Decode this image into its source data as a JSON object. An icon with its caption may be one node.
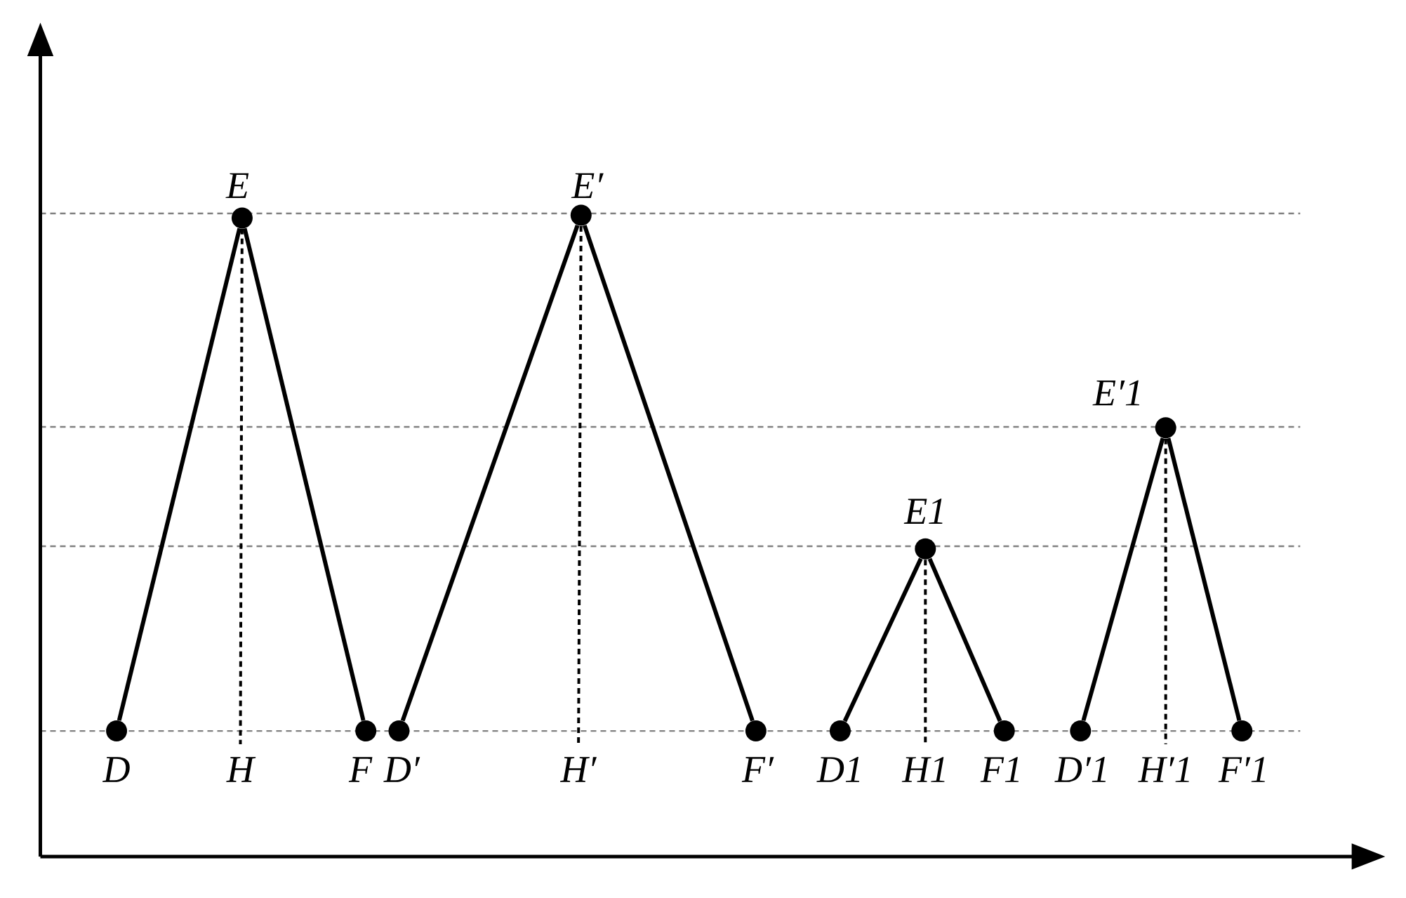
{
  "diagram": {
    "nodes": [
      {
        "text": [],
        "shape": "circle",
        "beside": [
          "D"
        ]
      },
      {
        "text": [],
        "shape": "circle",
        "beside": [
          "E"
        ]
      },
      {
        "text": [
          "H"
        ]
      },
      {
        "text": [],
        "shape": "circle",
        "beside": [
          "F"
        ]
      },
      {
        "text": [],
        "shape": "circle",
        "beside": [
          "D′"
        ]
      },
      {
        "text": [],
        "shape": "circle",
        "beside": [
          "E′"
        ]
      },
      {
        "text": [
          "H′"
        ]
      },
      {
        "text": [],
        "shape": "circle",
        "beside": [
          "F′"
        ]
      },
      {
        "text": [],
        "shape": "circle",
        "beside": [
          "D1"
        ]
      },
      {
        "text": [],
        "shape": "circle",
        "beside": [
          "E1"
        ]
      },
      {
        "text": [
          "H1"
        ]
      },
      {
        "text": [],
        "shape": "circle",
        "beside": [
          "F1"
        ]
      },
      {
        "text": [],
        "shape": "circle",
        "beside": [
          "D′1"
        ]
      },
      {
        "text": [],
        "shape": "circle",
        "beside": [
          "E′1"
        ]
      },
      {
        "text": [
          "H′1"
        ]
      },
      {
        "text": [],
        "shape": "circle",
        "beside": [
          "F′1"
        ]
      }
    ],
    "edges": [
      {
        "from": 0,
        "to": 1,
        "arrow": "none"
      },
      {
        "from": 1,
        "to": 3,
        "arrow": "none"
      },
      {
        "from": 1,
        "to": 2,
        "arrow": "none",
        "style": "dashed"
      },
      {
        "from": 4,
        "to": 5,
        "arrow": "none"
      },
      {
        "from": 5,
        "to": 7,
        "arrow": "none"
      },
      {
        "from": 5,
        "to": 6,
        "arrow": "none",
        "style": "dashed"
      },
      {
        "from": 8,
        "to": 9,
        "arrow": "none"
      },
      {
        "from": 9,
        "to": 11,
        "arrow": "none"
      },
      {
        "from": 9,
        "to": 10,
        "arrow": "none",
        "style": "dashed"
      },
      {
        "from": 12,
        "to": 13,
        "arrow": "none"
      },
      {
        "from": 13,
        "to": 15,
        "arrow": "none"
      },
      {
        "from": 13,
        "to": 14,
        "arrow": "none",
        "style": "dashed"
      }
    ]
  }
}
